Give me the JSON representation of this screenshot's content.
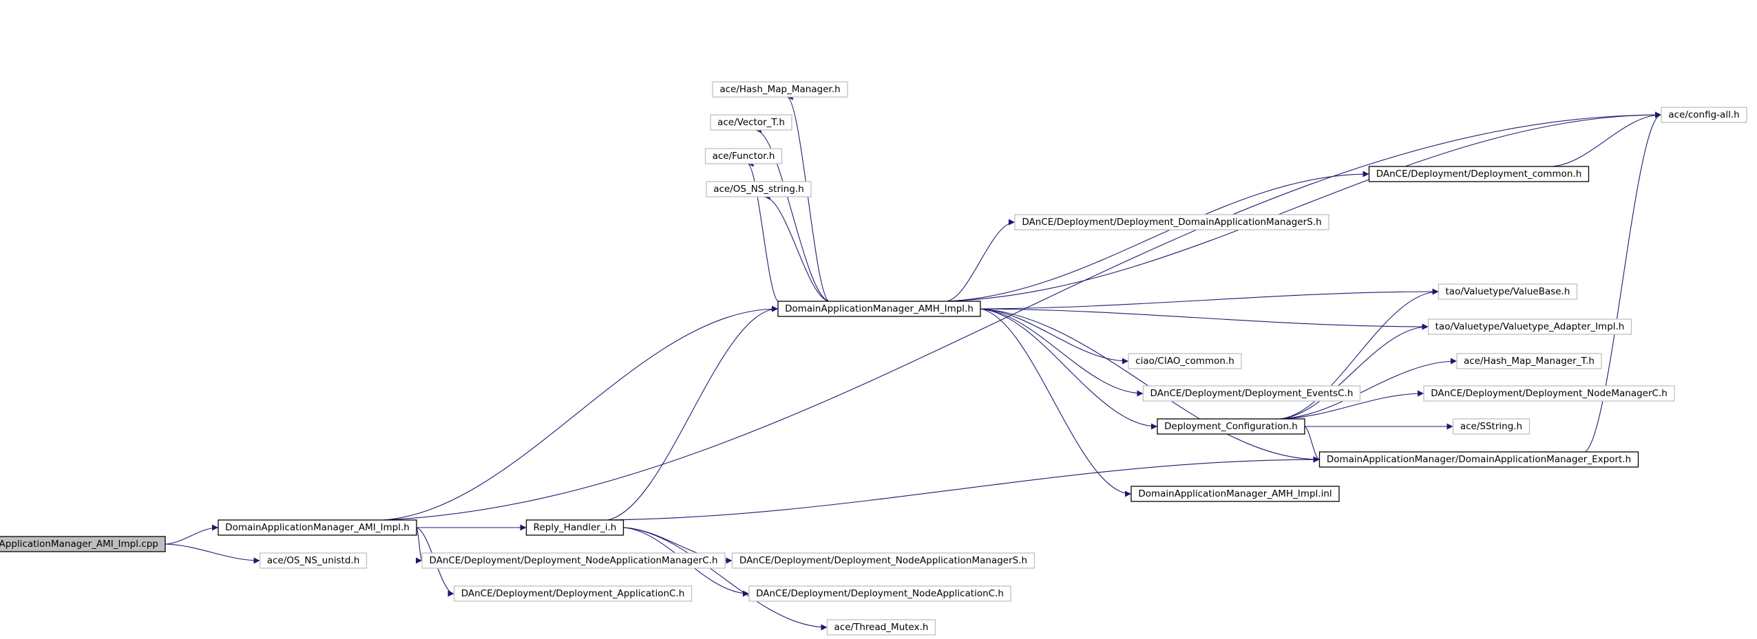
{
  "graph": {
    "colors": {
      "edge": "#191970",
      "root_fill": "#bfbfbf",
      "external_border": "#bfbfbf",
      "node_border": "#000000"
    },
    "nodes": [
      {
        "id": "n0",
        "label": "DomainApplicationManager_AMI_Impl.cpp",
        "kind": "root"
      },
      {
        "id": "n1",
        "label": "DomainApplicationManager_AMI_Impl.h",
        "kind": "local"
      },
      {
        "id": "n2",
        "label": "ace/OS_NS_unistd.h",
        "kind": "external"
      },
      {
        "id": "n3",
        "label": "ace/config-all.h",
        "kind": "external"
      },
      {
        "id": "n4",
        "label": "DomainApplicationManager_AMH_Impl.h",
        "kind": "local"
      },
      {
        "id": "n5",
        "label": "Reply_Handler_i.h",
        "kind": "local"
      },
      {
        "id": "n6",
        "label": "DAnCE/Deployment/Deployment_NodeApplicationManagerC.h",
        "kind": "external"
      },
      {
        "id": "n7",
        "label": "DAnCE/Deployment/Deployment_ApplicationC.h",
        "kind": "external"
      },
      {
        "id": "n8",
        "label": "ace/Hash_Map_Manager.h",
        "kind": "external"
      },
      {
        "id": "n9",
        "label": "ace/Vector_T.h",
        "kind": "external"
      },
      {
        "id": "n10",
        "label": "ace/Functor.h",
        "kind": "external"
      },
      {
        "id": "n11",
        "label": "ace/OS_NS_string.h",
        "kind": "external"
      },
      {
        "id": "n12",
        "label": "DAnCE/Deployment/Deployment_DomainApplicationManagerS.h",
        "kind": "external"
      },
      {
        "id": "n13",
        "label": "DAnCE/Deployment/Deployment_common.h",
        "kind": "local"
      },
      {
        "id": "n14",
        "label": "tao/Valuetype/ValueBase.h",
        "kind": "external"
      },
      {
        "id": "n15",
        "label": "tao/Valuetype/Valuetype_Adapter_Impl.h",
        "kind": "external"
      },
      {
        "id": "n16",
        "label": "ciao/CIAO_common.h",
        "kind": "external"
      },
      {
        "id": "n17",
        "label": "DAnCE/Deployment/Deployment_EventsC.h",
        "kind": "external"
      },
      {
        "id": "n18",
        "label": "Deployment_Configuration.h",
        "kind": "local"
      },
      {
        "id": "n19",
        "label": "DomainApplicationManager/DomainApplicationManager_Export.h",
        "kind": "local"
      },
      {
        "id": "n20",
        "label": "DomainApplicationManager_AMH_Impl.inl",
        "kind": "local"
      },
      {
        "id": "n21",
        "label": "ace/Hash_Map_Manager_T.h",
        "kind": "external"
      },
      {
        "id": "n22",
        "label": "DAnCE/Deployment/Deployment_NodeManagerC.h",
        "kind": "external"
      },
      {
        "id": "n23",
        "label": "ace/SString.h",
        "kind": "external"
      },
      {
        "id": "n24",
        "label": "DAnCE/Deployment/Deployment_NodeApplicationManagerS.h",
        "kind": "external"
      },
      {
        "id": "n25",
        "label": "DAnCE/Deployment/Deployment_NodeApplicationC.h",
        "kind": "external"
      },
      {
        "id": "n26",
        "label": "ace/Thread_Mutex.h",
        "kind": "external"
      }
    ],
    "edges": [
      [
        "n0",
        "n1"
      ],
      [
        "n0",
        "n2"
      ],
      [
        "n1",
        "n3"
      ],
      [
        "n1",
        "n4"
      ],
      [
        "n1",
        "n5"
      ],
      [
        "n1",
        "n6"
      ],
      [
        "n1",
        "n7"
      ],
      [
        "n4",
        "n3"
      ],
      [
        "n4",
        "n8"
      ],
      [
        "n4",
        "n9"
      ],
      [
        "n4",
        "n10"
      ],
      [
        "n4",
        "n11"
      ],
      [
        "n4",
        "n12"
      ],
      [
        "n4",
        "n13"
      ],
      [
        "n4",
        "n14"
      ],
      [
        "n4",
        "n15"
      ],
      [
        "n4",
        "n16"
      ],
      [
        "n4",
        "n17"
      ],
      [
        "n4",
        "n18"
      ],
      [
        "n4",
        "n19"
      ],
      [
        "n4",
        "n20"
      ],
      [
        "n13",
        "n3"
      ],
      [
        "n19",
        "n3"
      ],
      [
        "n18",
        "n14"
      ],
      [
        "n18",
        "n15"
      ],
      [
        "n18",
        "n21"
      ],
      [
        "n18",
        "n22"
      ],
      [
        "n18",
        "n23"
      ],
      [
        "n18",
        "n19"
      ],
      [
        "n5",
        "n4"
      ],
      [
        "n5",
        "n19"
      ],
      [
        "n5",
        "n24"
      ],
      [
        "n5",
        "n25"
      ],
      [
        "n5",
        "n26"
      ]
    ]
  }
}
